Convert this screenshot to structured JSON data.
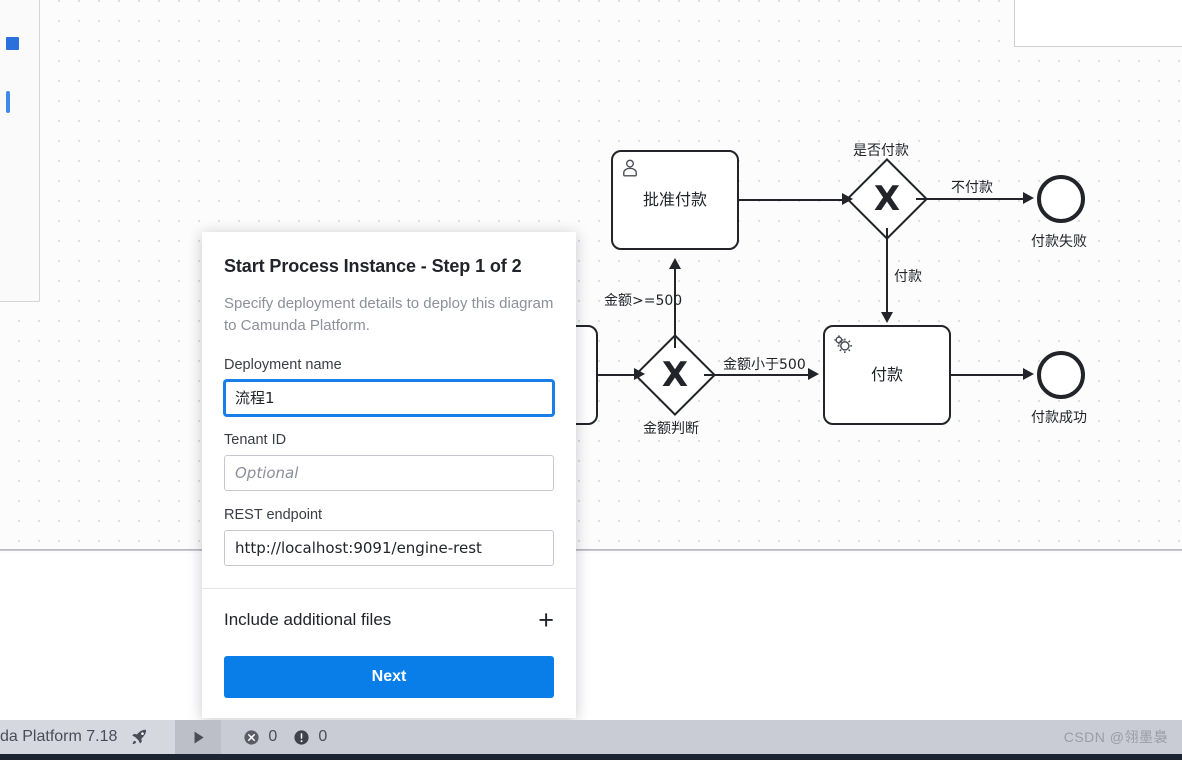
{
  "app": {
    "canvas_bg": "#fcfcfc",
    "stroke_color": "#22242a",
    "accent_color": "#0a7ee8"
  },
  "diagram": {
    "type": "bpmn",
    "shapes": [
      {
        "id": "user-task-approve",
        "kind": "user-task",
        "label": "批准付款",
        "icon": "user-icon"
      },
      {
        "id": "service-task-pay",
        "kind": "service-task",
        "label": "付款",
        "icon": "gear-icon"
      },
      {
        "id": "gateway-amount",
        "kind": "exclusive-gateway",
        "label": "金额判断",
        "marker": "X"
      },
      {
        "id": "gateway-pay",
        "kind": "exclusive-gateway",
        "label": "是否付款",
        "marker": "X"
      },
      {
        "id": "end-fail",
        "kind": "end-event",
        "label": "付款失败"
      },
      {
        "id": "end-success",
        "kind": "end-event",
        "label": "付款成功"
      },
      {
        "id": "task-hidden",
        "kind": "task",
        "label": ""
      }
    ],
    "flows": [
      {
        "id": "flow-ge500",
        "label": "金额>=500"
      },
      {
        "id": "flow-lt500",
        "label": "金额小于500"
      },
      {
        "id": "flow-nopay",
        "label": "不付款"
      },
      {
        "id": "flow-pay",
        "label": "付款"
      }
    ]
  },
  "modal": {
    "title": "Start Process Instance - Step 1 of 2",
    "description": "Specify deployment details to deploy this diagram to Camunda Platform.",
    "fields": {
      "deployment_name": {
        "label": "Deployment name",
        "value": "流程1",
        "placeholder": ""
      },
      "tenant_id": {
        "label": "Tenant ID",
        "value": "",
        "placeholder": "Optional"
      },
      "rest_endpoint": {
        "label": "REST endpoint",
        "value": "http://localhost:9091/engine-rest",
        "placeholder": ""
      }
    },
    "additional_files_label": "Include additional files",
    "additional_files_icon": "plus-icon",
    "next_label": "Next"
  },
  "statusbar": {
    "platform": "da Platform 7.18",
    "deploy_icon": "rocket-icon",
    "play_icon": "play-icon",
    "error_icon": "error-circle-icon",
    "error_count": "0",
    "warning_icon": "warning-circle-icon",
    "warning_count": "0",
    "watermark": "CSDN @翎墨裊"
  }
}
